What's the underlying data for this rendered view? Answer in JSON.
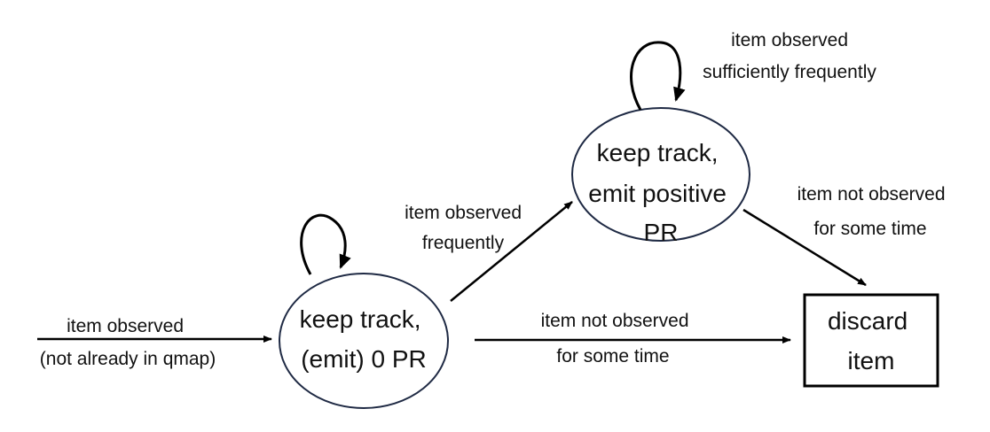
{
  "states": {
    "zero_pr": {
      "lines": [
        "keep track,",
        "(emit) 0 PR"
      ]
    },
    "positive_pr": {
      "lines": [
        "keep track,",
        "emit positive",
        "PR"
      ]
    },
    "discard": {
      "lines": [
        "discard",
        "item"
      ]
    }
  },
  "transitions": {
    "entry": {
      "lines": [
        "item observed",
        "(not already in qmap)"
      ]
    },
    "zero_to_positive": {
      "lines": [
        "item observed",
        "frequently"
      ]
    },
    "positive_self": {
      "lines": [
        "item observed",
        "sufficiently frequently"
      ]
    },
    "positive_to_discard": {
      "lines": [
        "item not observed",
        "for some time"
      ]
    },
    "zero_to_discard": {
      "lines": [
        "item not observed",
        "for some time"
      ]
    }
  },
  "colors": {
    "stroke": "#1f2a44",
    "ink": "#111111"
  }
}
